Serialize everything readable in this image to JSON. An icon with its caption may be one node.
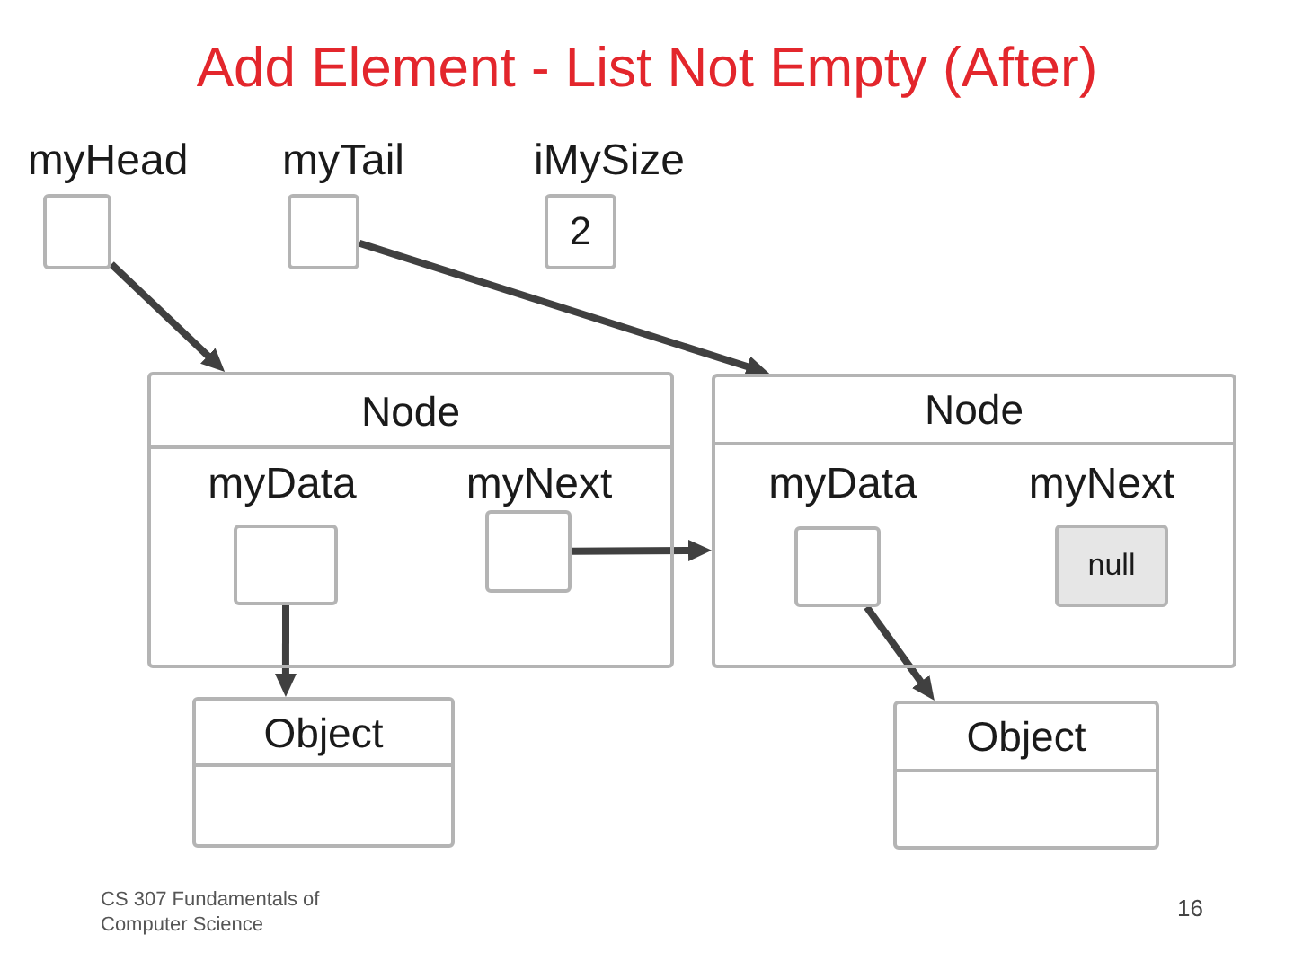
{
  "diagram": {
    "title": "Add Element - List Not Empty (After)",
    "nodes": [
      {
        "text": [
          "myHead"
        ]
      },
      {
        "text": [
          "myTail"
        ]
      },
      {
        "text": [
          "iMySize",
          "2"
        ]
      },
      {
        "text": [
          "Node"
        ]
      },
      {
        "text": [
          "myData"
        ],
        "in": 3
      },
      {
        "text": [
          "myNext"
        ],
        "in": 3
      },
      {
        "text": [
          "Node"
        ]
      },
      {
        "text": [
          "myData"
        ],
        "in": 6
      },
      {
        "text": [
          "myNext",
          "null"
        ],
        "in": 6
      },
      {
        "text": [
          "Object"
        ]
      },
      {
        "text": [
          "Object"
        ]
      }
    ],
    "edges": [
      {
        "from": 0,
        "to": 3,
        "arrow": "to"
      },
      {
        "from": 1,
        "to": 6,
        "arrow": "to"
      },
      {
        "from": 5,
        "to": 6,
        "arrow": "to"
      },
      {
        "from": 4,
        "to": 9,
        "arrow": "to"
      },
      {
        "from": 7,
        "to": 10,
        "arrow": "to"
      }
    ],
    "labels": [
      "CS 307 Fundamentals of Computer Science",
      "16"
    ]
  }
}
